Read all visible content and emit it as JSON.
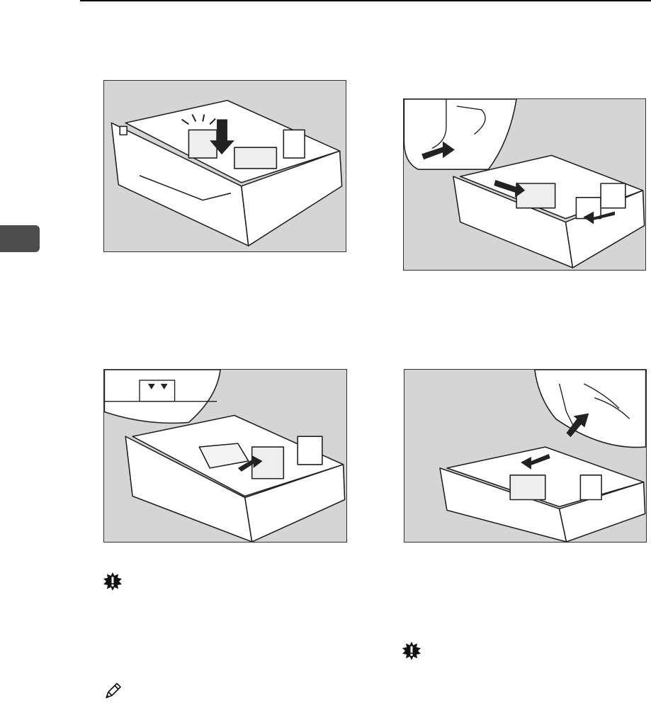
{
  "page": {
    "header_rule": true,
    "chapter_tab_color": "#4d4d4d"
  },
  "figures": [
    {
      "id": "fig-1",
      "depicts": "tray-side-fence-release"
    },
    {
      "id": "fig-2",
      "depicts": "tray-guides-slide"
    },
    {
      "id": "fig-3",
      "depicts": "tray-paper-load-under-limit-mark"
    },
    {
      "id": "fig-4",
      "depicts": "tray-end-fence-adjust"
    }
  ],
  "icons": {
    "important_1": "important-icon",
    "note": "note-pencil-icon",
    "important_2": "important-icon"
  },
  "colors": {
    "figure_bg": "#d5d5d5",
    "line_art": "#222222",
    "paper": "#ffffff"
  }
}
